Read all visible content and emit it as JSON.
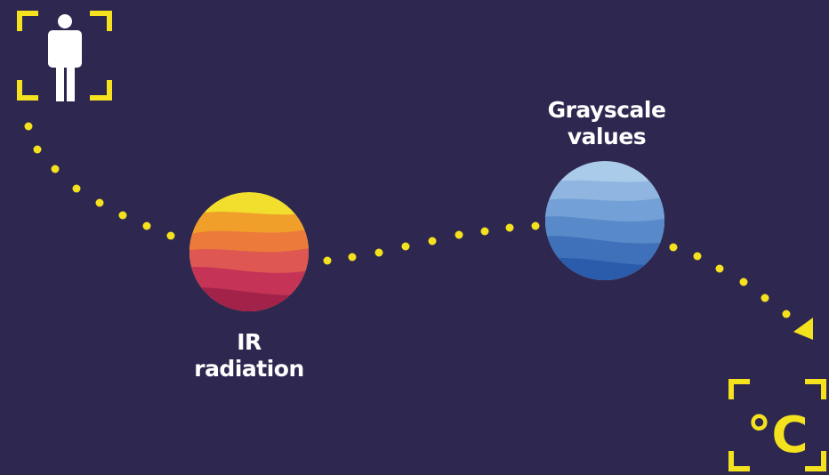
{
  "diagram": {
    "title": "",
    "steps": [
      {
        "id": "person",
        "icon": "person-icon",
        "label": ""
      },
      {
        "id": "ir",
        "icon": "warm-sphere-icon",
        "label_lines": [
          "IR",
          "radiation"
        ]
      },
      {
        "id": "grayscale",
        "icon": "cool-sphere-icon",
        "label_lines": [
          "Grayscale",
          "values"
        ]
      },
      {
        "id": "temperature",
        "icon": "celsius-icon",
        "label": "°C"
      }
    ]
  },
  "colors": {
    "background": "#2e2750",
    "accent_yellow": "#f4e21e",
    "label_text": "#ffffff",
    "warm_bands": [
      "#f2de2c",
      "#f0a02a",
      "#ec7a3a",
      "#de5752",
      "#c53456",
      "#a3224a"
    ],
    "cool_bands": [
      "#aacbe9",
      "#8fb5e0",
      "#73a0d6",
      "#5889c9",
      "#3e71ba",
      "#2b5cac"
    ]
  }
}
